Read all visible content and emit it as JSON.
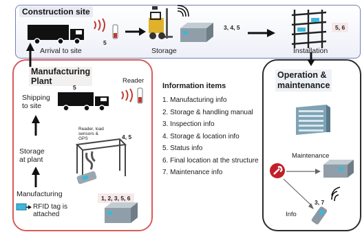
{
  "top": {
    "title": "Construction site",
    "arrival_label": "Arrival to site",
    "storage_label": "Storage",
    "installation_label": "Installation",
    "num_truck": "5",
    "num_storage": "3, 4, 5",
    "num_install": "5, 6"
  },
  "plant": {
    "title_line1": "Manufacturing",
    "title_line2": "Plant",
    "shipping_label_1": "Shipping",
    "shipping_label_2": "to site",
    "storage_label_1": "Storage",
    "storage_label_2": "at plant",
    "manufacturing_label": "Manufacturing",
    "rfid_label_1": "RFID tag is",
    "rfid_label_2": "attached",
    "reader_label": "Reader",
    "reader_sensors_1": "Reader, load",
    "reader_sensors_2": "sensors &",
    "reader_sensors_3": "GPS",
    "num_truck": "5",
    "num_crane": "4, 5",
    "num_bottom": "1, 2, 3, 5, 6"
  },
  "info": {
    "title": "Information items",
    "items": [
      "1. Manufacturing info",
      "2. Storage & handling manual",
      "3. Inspection info",
      "4. Storage & location info",
      "5. Status info",
      "6. Final location at the structure",
      "7. Maintenance info"
    ]
  },
  "om": {
    "title_line1": "Operation &",
    "title_line2": "maintenance",
    "maintenance_label": "Maintenance",
    "info_label": "Info",
    "num_badge": "3, 7"
  },
  "colors": {
    "plant_border": "#d85a5a",
    "top_border": "#6f7fb3",
    "om_border": "#2b2b2b",
    "rfid_wave": "#c0392b",
    "tag_cyan": "#3fb6d9",
    "component_grey": "#8f9ea8"
  }
}
